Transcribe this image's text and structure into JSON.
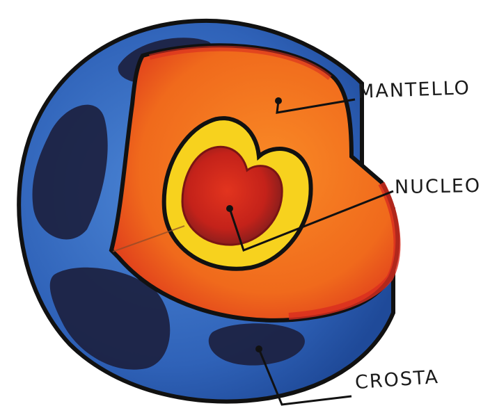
{
  "labels": {
    "mantello": "MANTELLO",
    "nucleo": "NUCLEO",
    "crosta": "CROSTA"
  },
  "colors": {
    "crust_blue": "#2f62b8",
    "crust_dark_patches": "#1c2140",
    "mantle_orange": "#f06a1c",
    "mantle_red_rim": "#d92d1f",
    "outer_core_yellow": "#f7d21e",
    "inner_core_red": "#cf2318",
    "outline": "#111111"
  }
}
